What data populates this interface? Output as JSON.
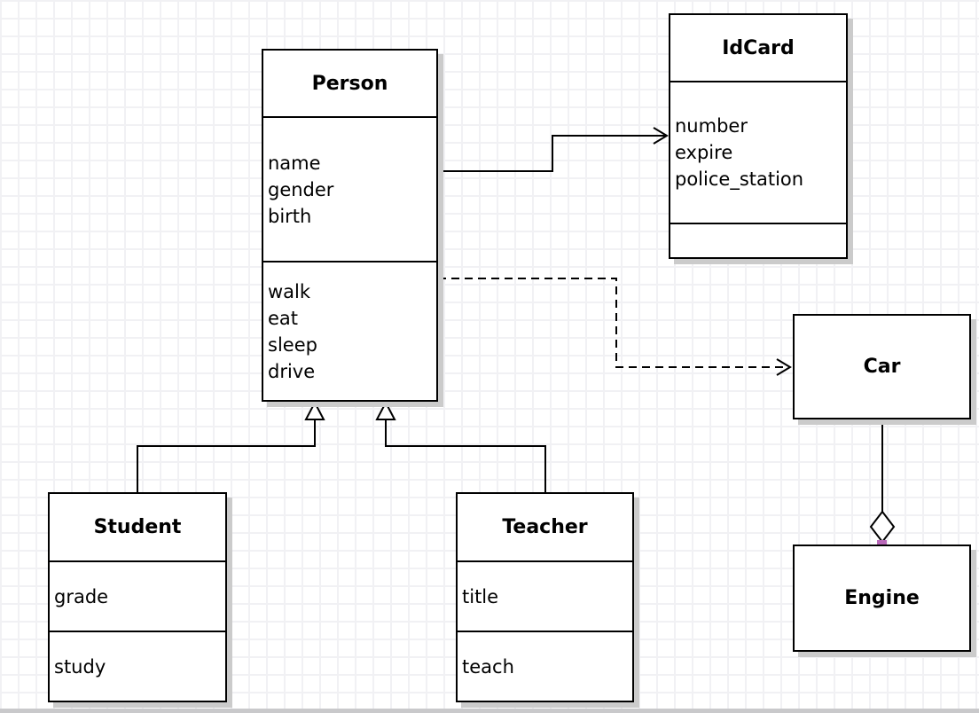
{
  "diagram": {
    "classes": [
      {
        "name": "Person",
        "attributes": [
          "name",
          "gender",
          "birth"
        ],
        "methods": [
          "walk",
          "eat",
          "sleep",
          "drive"
        ]
      },
      {
        "name": "IdCard",
        "attributes": [
          "number",
          "expire",
          "police_station"
        ],
        "methods": []
      },
      {
        "name": "Car",
        "attributes": [],
        "methods": []
      },
      {
        "name": "Engine",
        "attributes": [],
        "methods": []
      },
      {
        "name": "Student",
        "attributes": [
          "grade"
        ],
        "methods": [
          "study"
        ]
      },
      {
        "name": "Teacher",
        "attributes": [
          "title"
        ],
        "methods": [
          "teach"
        ]
      }
    ],
    "relationships": [
      {
        "from": "Person",
        "to": "IdCard",
        "type": "directed-association",
        "line": "solid",
        "arrow": "open"
      },
      {
        "from": "Person",
        "to": "Car",
        "type": "dependency",
        "line": "dashed",
        "arrow": "open"
      },
      {
        "from": "Student",
        "to": "Person",
        "type": "generalization",
        "line": "solid",
        "arrow": "hollow-triangle"
      },
      {
        "from": "Teacher",
        "to": "Person",
        "type": "generalization",
        "line": "solid",
        "arrow": "hollow-triangle"
      },
      {
        "from": "Car",
        "to": "Engine",
        "type": "aggregation",
        "line": "solid",
        "arrow": "hollow-diamond",
        "selected": true
      }
    ],
    "colors": {
      "stroke": "#000000",
      "fill": "#ffffff",
      "shadow": "#cbcbcb",
      "selection_handle": "#b868b8",
      "grid_line": "#f1f1f4",
      "background": "#ffffff"
    }
  }
}
